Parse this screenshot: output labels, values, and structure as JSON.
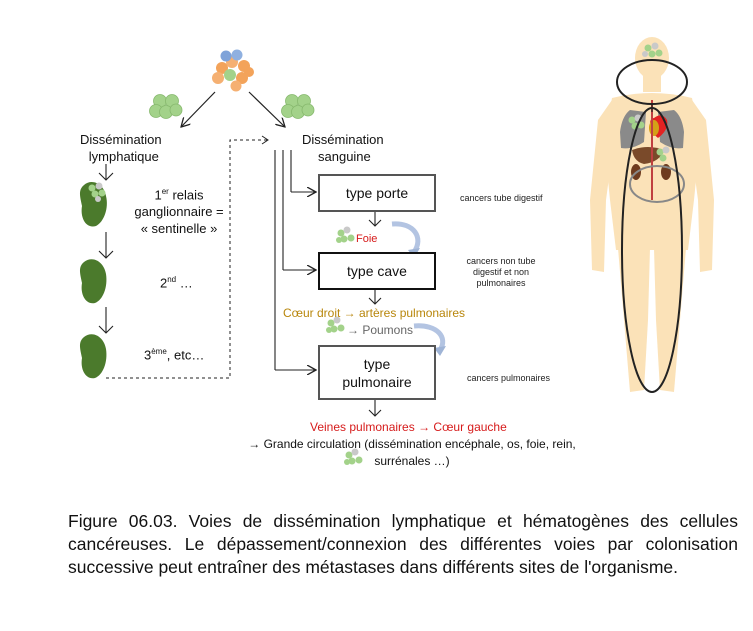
{
  "colors": {
    "node_green": "#4b7a2c",
    "cell_green": "#a3d28a",
    "cell_orange": "#f3a35a",
    "cell_blue": "#7fa3d9",
    "red_text": "#d61b1b",
    "orange_text": "#b8860b",
    "gray_text": "#666666",
    "skin": "#fbe2b8",
    "lung_gray": "#8a8a8a"
  },
  "icons": {
    "tumor": "cell-cluster-icon",
    "lymph_node": "lymph-node-icon",
    "metastasis": "metastasis-cluster-icon",
    "body": "human-body-icon"
  },
  "lymph": {
    "title_line1": "Dissémination",
    "title_line2": "lymphatique",
    "relay1_line1_base": "1",
    "relay1_line1_sup": "er",
    "relay1_line1_rest": " relais",
    "relay1_line2": "ganglionnaire =",
    "relay1_line3": "« sentinelle »",
    "relay2_base": "2",
    "relay2_sup": "nd",
    "relay2_rest": " …",
    "relay3_base": "3",
    "relay3_sup": "ème",
    "relay3_rest": ", etc…"
  },
  "blood": {
    "title_line1": "Dissémination",
    "title_line2": "sanguine",
    "box_porte": "type porte",
    "box_cave": "type cave",
    "box_pulm_line1": "type",
    "box_pulm_line2": "pulmonaire",
    "foie": "Foie",
    "coeur_droit": "Cœur droit → artères pulmonaires",
    "poumons": "→ Poumons",
    "veines": "Veines pulmonaires → Cœur gauche",
    "grande_line1": "→ Grande circulation (dissémination encéphale, os, foie, rein,",
    "grande_line2": "surrénales …)"
  },
  "notes": {
    "porte": "cancers tube digestif",
    "cave_line1": "cancers non tube",
    "cave_line2": "digestif et non",
    "cave_line3": "pulmonaires",
    "pulm": "cancers pulmonaires"
  },
  "caption": "Figure 06.03. Voies de dissémination lymphatique et hématogènes des cellules cancéreuses. Le dépassement/connexion des différentes voies par colonisation successive peut entraîner des métastases dans différents sites de l'organisme."
}
